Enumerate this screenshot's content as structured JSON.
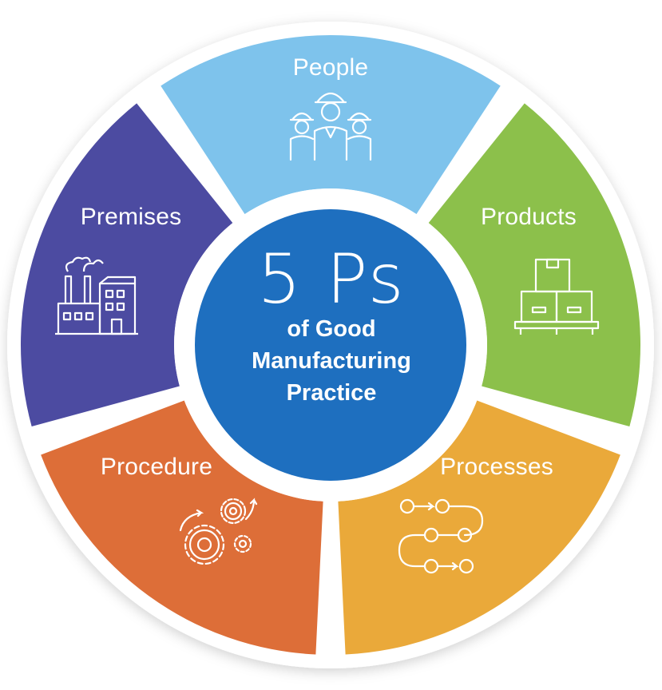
{
  "diagram": {
    "center": {
      "headline": "5 Ps",
      "line1": "of Good",
      "line2": "Manufacturing",
      "line3": "Practice",
      "color": "#1e6fbf"
    },
    "segments": [
      {
        "label": "People",
        "color": "#7ec3ec",
        "icon": "workers-icon"
      },
      {
        "label": "Products",
        "color": "#8cc04b",
        "icon": "boxes-icon"
      },
      {
        "label": "Processes",
        "color": "#eaa93a",
        "icon": "process-flow-icon"
      },
      {
        "label": "Procedure",
        "color": "#dd6e38",
        "icon": "gears-icon"
      },
      {
        "label": "Premises",
        "color": "#4c4ba1",
        "icon": "factory-icon"
      }
    ]
  }
}
